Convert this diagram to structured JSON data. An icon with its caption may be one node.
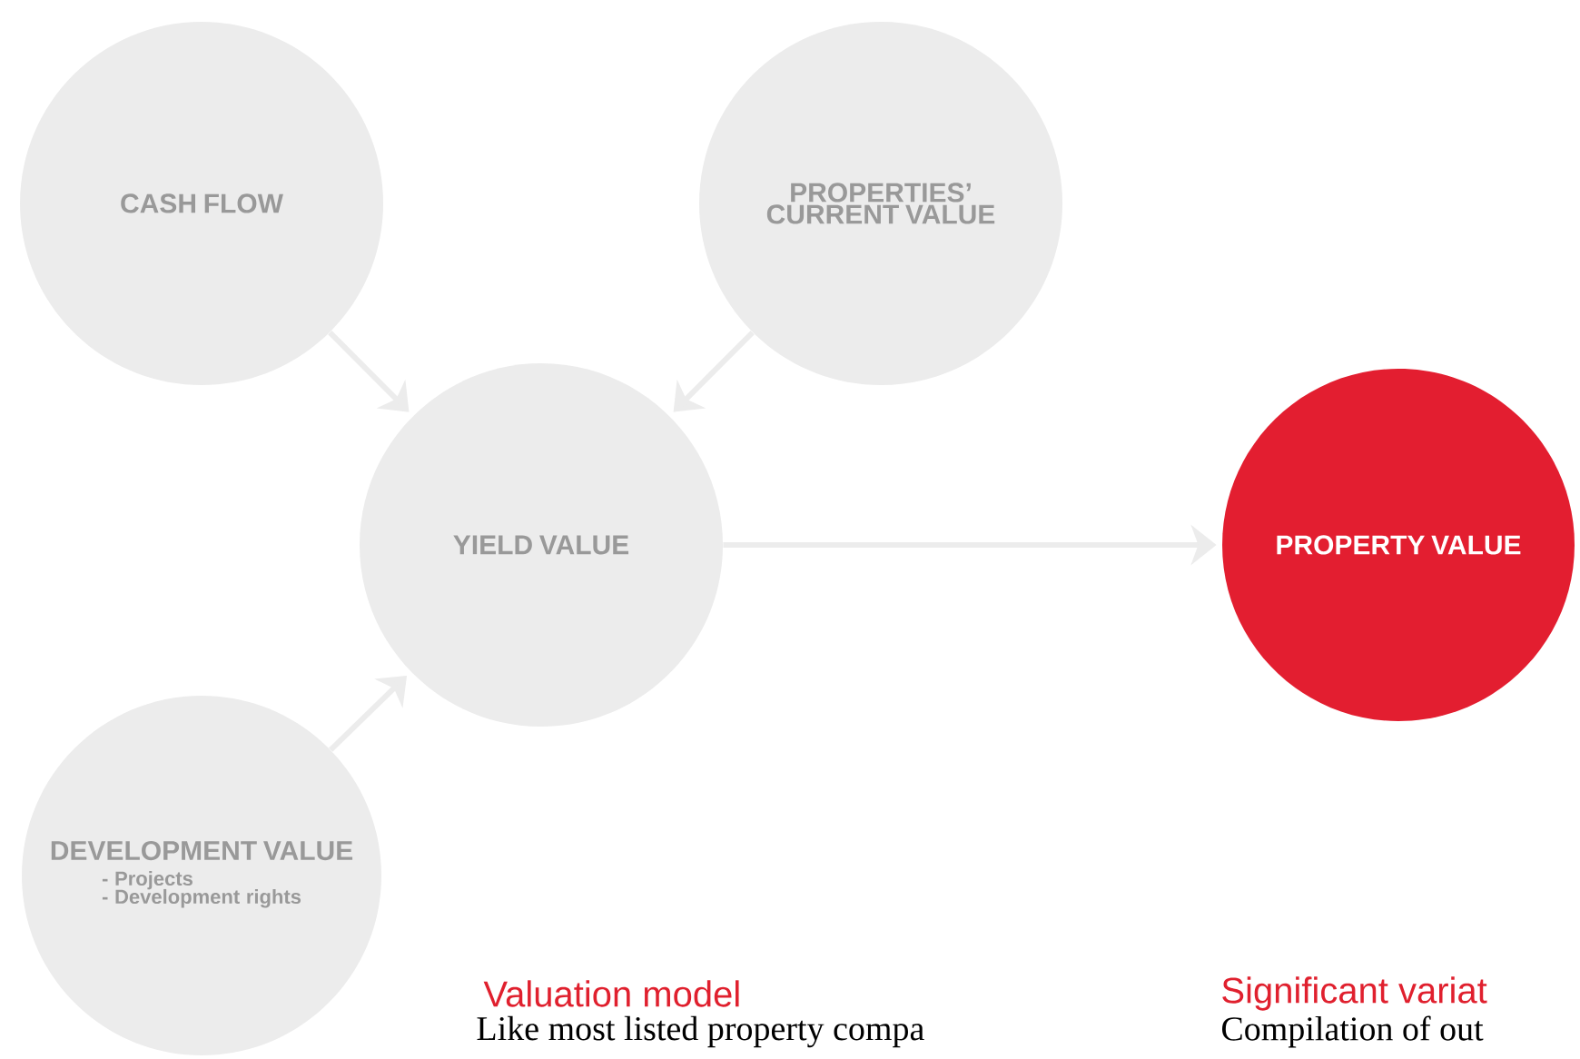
{
  "diagram": {
    "nodes": [
      {
        "text": [
          "CASH FLOW"
        ]
      },
      {
        "text": [
          "PROPERTIES’ CURRENT VALUE"
        ]
      },
      {
        "text": [
          "YIELD VALUE"
        ]
      },
      {
        "text": [
          "PROPERTY VALUE"
        ]
      },
      {
        "text": [
          "DEVELOPMENT VALUE",
          "- Projects",
          "- Development rights"
        ]
      }
    ],
    "edges": [
      {
        "from": 0,
        "to": 2,
        "arrow": "to"
      },
      {
        "from": 1,
        "to": 2,
        "arrow": "to"
      },
      {
        "from": 4,
        "to": 2,
        "arrow": "to"
      },
      {
        "from": 2,
        "to": 3,
        "arrow": "to"
      }
    ],
    "labels": [
      "Valuation model",
      "Like most listed property compa",
      "Significant variat",
      "Compilation of out"
    ]
  }
}
